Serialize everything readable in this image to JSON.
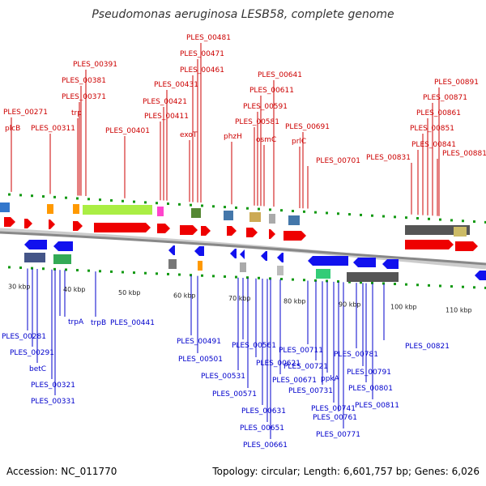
{
  "title": "Pseudomonas aeruginosa LESB58, complete genome",
  "footer": {
    "accession": "Accession: NC_011770",
    "summary": "Topology: circular; Length: 6,601,757 bp; Genes: 6,026"
  },
  "colors": {
    "forward_label": "#cc0000",
    "reverse_label": "#0000cc",
    "forward_arrow": "#ee0000",
    "reverse_arrow": "#1111ee",
    "tick": "#119911",
    "backbone": "#888888",
    "scale_text": "#222222"
  },
  "scale_ticks": [
    "30 kbp",
    "40 kbp",
    "50 kbp",
    "60 kbp",
    "70 kbp",
    "80 kbp",
    "90 kbp",
    "100 kbp",
    "110 kbp"
  ],
  "forward_labels": [
    "PLES_00271",
    "plcB",
    "PLES_00311",
    "trp",
    "PLES_00391",
    "PLES_00381",
    "PLES_00371",
    "PLES_00401",
    "PLES_00411",
    "PLES_00421",
    "PLES_00431",
    "exoT",
    "PLES_00461",
    "PLES_00471",
    "PLES_00481",
    "phzH",
    "PLES_00581",
    "PLES_00591",
    "PLES_00611",
    "PLES_00641",
    "osmC",
    "prlC",
    "PLES_00691",
    "PLES_00701",
    "PLES_00831",
    "PLES_00841",
    "PLES_00851",
    "PLES_00861",
    "PLES_00871",
    "PLES_00881",
    "PLES_00891"
  ],
  "reverse_labels": [
    "PLES_00281",
    "PLES_00291",
    "betC",
    "PLES_00321",
    "PLES_00331",
    "trpA",
    "trpB",
    "PLES_00441",
    "PLES_00491",
    "PLES_00501",
    "PLES_00531",
    "PLES_00561",
    "PLES_00571",
    "PLES_00621",
    "PLES_00631",
    "PLES_00651",
    "PLES_00661",
    "PLES_00671",
    "PLES_00711",
    "PLES_00721",
    "PLES_00731",
    "ppkA",
    "PLES_00741",
    "PLES_00761",
    "PLES_00771",
    "PLES_00781",
    "PLES_00791",
    "PLES_00801",
    "PLES_00811",
    "PLES_00821"
  ]
}
